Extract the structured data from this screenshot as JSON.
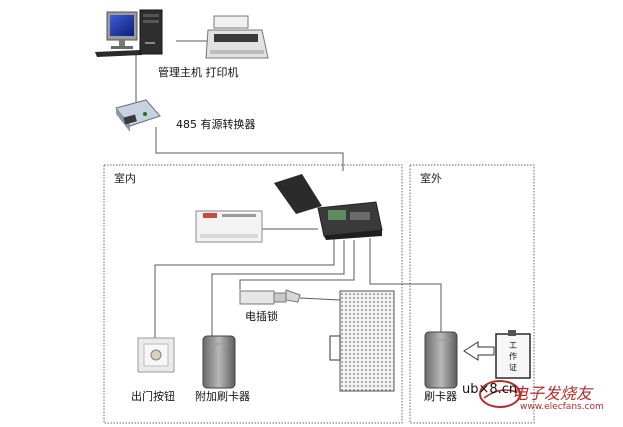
{
  "labels": {
    "host_printer": "管理主机  打印机",
    "converter": "485 有源转换器",
    "indoor": "室内",
    "outdoor": "室外",
    "electric_lock": "电插锁",
    "exit_button": "出门按钮",
    "aux_reader": "附加刷卡器",
    "reader": "刷卡器",
    "work_card": "工\n作\n证"
  },
  "watermark": {
    "site": "ub×8.cn",
    "brand": "电子发烧友",
    "url": "www.elecfans.com"
  },
  "colors": {
    "line": "#5a5a5a",
    "zone_border": "#666666",
    "brand_red": "#b52e2e"
  }
}
